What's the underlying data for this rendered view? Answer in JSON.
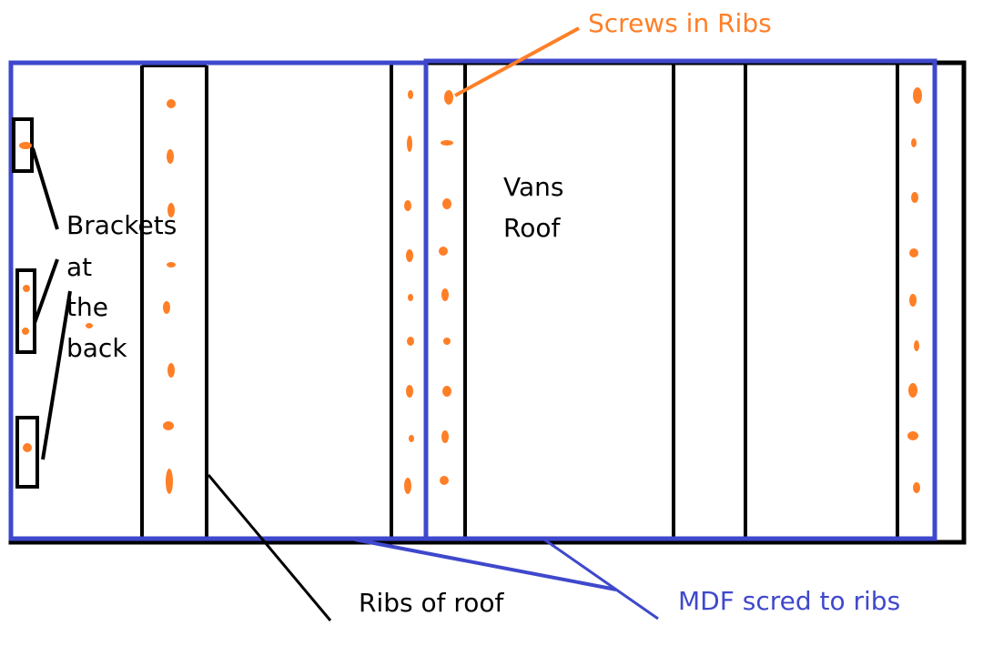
{
  "colors": {
    "outline": "#000000",
    "mdf": "#3f48cc",
    "screw": "#ff7f27",
    "background": "#ffffff"
  },
  "labels": {
    "screws": "Screws in Ribs",
    "vans_roof_line1": "Vans",
    "vans_roof_line2": "Roof",
    "brackets_line1": "Brackets",
    "brackets_line2": "at",
    "brackets_line3": "the",
    "brackets_line4": "back",
    "ribs": "Ribs of roof",
    "mdf": "MDF scred to ribs"
  },
  "diagram": {
    "components": [
      "van roof outline",
      "roof ribs",
      "MDF panels",
      "screws",
      "brackets"
    ],
    "rib_count": 4,
    "mdf_panel_count": 2,
    "bracket_count": 3
  }
}
